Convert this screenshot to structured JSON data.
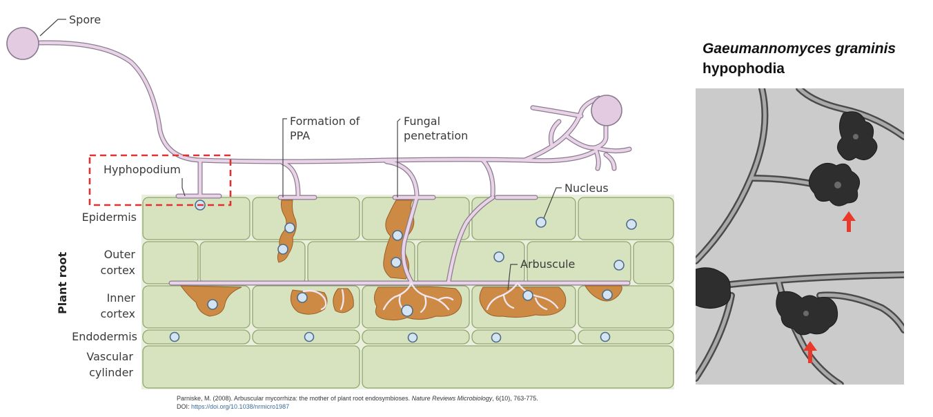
{
  "labels": {
    "spore": "Spore",
    "formation_line1": "Formation of",
    "formation_line2": "PPA",
    "fungal_line1": "Fungal",
    "fungal_line2": "penetration",
    "hyphopodium": "Hyphopodium",
    "nucleus": "Nucleus",
    "arbuscule": "Arbuscule",
    "epidermis": "Epidermis",
    "outer_line1": "Outer",
    "outer_line2": "cortex",
    "inner_line1": "Inner",
    "inner_line2": "cortex",
    "endodermis": "Endodermis",
    "vascular_line1": "Vascular",
    "vascular_line2": "cylinder",
    "plant_root": "Plant root"
  },
  "citation": {
    "prefix": "Parniske, M. (2008). Arbuscular mycorrhiza: the mother of plant root endosymbioses. ",
    "journal": "Nature Reviews Microbiology",
    "suffix": ", 6(10), 763-775.",
    "doi_label": "DOI: ",
    "doi_link": "https://doi.org/10.1038/nrmicro1987"
  },
  "photo": {
    "title_species": "Gaeumannomyces graminis",
    "title_rest": "hypophodia"
  },
  "colors": {
    "cell_fill": "#d7e3bf",
    "fungus": "#cc8a45",
    "hypha": "#d9c0d6",
    "highlight_box": "#e03030",
    "arrow": "#e8392a"
  }
}
